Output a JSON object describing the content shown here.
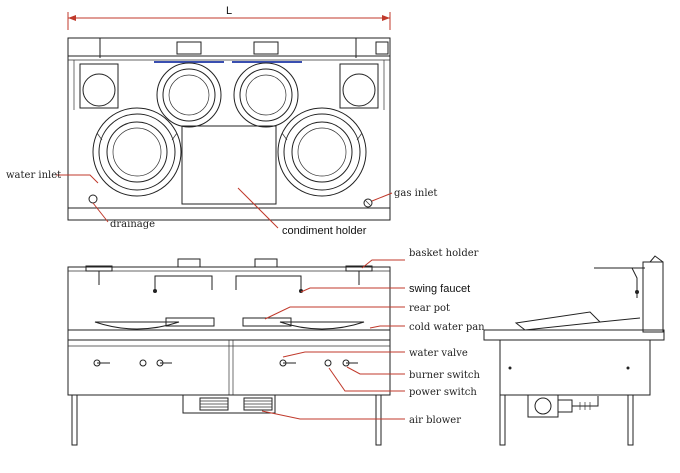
{
  "dimension_label": "L",
  "top_view_labels": {
    "water_inlet": "water inlet",
    "drainage": "drainage",
    "gas_inlet": "gas inlet",
    "condiment_holder": "condiment holder"
  },
  "front_view_labels": {
    "basket_holder": "basket holder",
    "swing_faucet": "swing faucet",
    "rear_pot": "rear pot",
    "cold_water_pan": "cold water pan",
    "water_valve": "water valve",
    "burner_switch": "burner switch",
    "power_switch": "power switch",
    "air_blower": "air blower"
  },
  "colors": {
    "leader": "#c0392b",
    "accent_blue": "#3a4fb0",
    "line": "#222222"
  }
}
